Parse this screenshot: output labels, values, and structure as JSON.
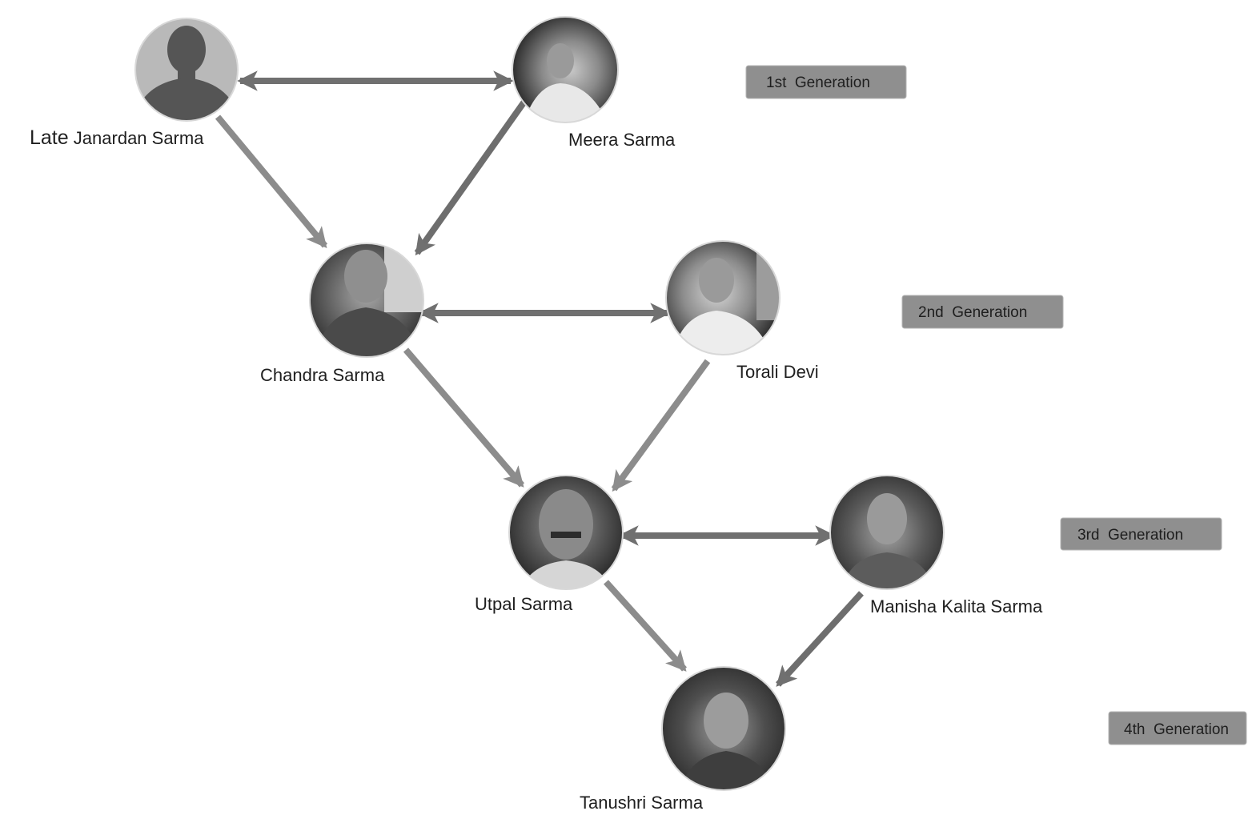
{
  "people": {
    "janardan": {
      "prefix": "Late",
      "name": "Janardan Sarma",
      "generation": "1st"
    },
    "meera": {
      "name": "Meera Sarma",
      "generation": "1st"
    },
    "chandra": {
      "name": "Chandra Sarma",
      "generation": "2nd"
    },
    "torali": {
      "name": "Torali Devi",
      "generation": "2nd"
    },
    "utpal": {
      "name": "Utpal Sarma",
      "generation": "3rd"
    },
    "manisha": {
      "name": "Manisha Kalita Sarma",
      "generation": "3rd"
    },
    "tanushri": {
      "name": "Tanushri Sarma",
      "generation": "4th"
    }
  },
  "generations": [
    {
      "label": "1st  Generation"
    },
    {
      "label": "2nd  Generation"
    },
    {
      "label": "3rd  Generation"
    },
    {
      "label": "4th  Generation"
    }
  ],
  "relations": {
    "spouses": [
      [
        "janardan",
        "meera"
      ],
      [
        "chandra",
        "torali"
      ],
      [
        "utpal",
        "manisha"
      ]
    ],
    "parent_child": [
      [
        "janardan",
        "chandra"
      ],
      [
        "meera",
        "chandra"
      ],
      [
        "chandra",
        "utpal"
      ],
      [
        "torali",
        "utpal"
      ],
      [
        "utpal",
        "tanushri"
      ],
      [
        "manisha",
        "tanushri"
      ]
    ]
  },
  "colors": {
    "box_fill": "#8f8f8f",
    "arrow_dark": "#707070",
    "arrow_light": "#8c8c8c",
    "text": "#1f1f1f"
  }
}
